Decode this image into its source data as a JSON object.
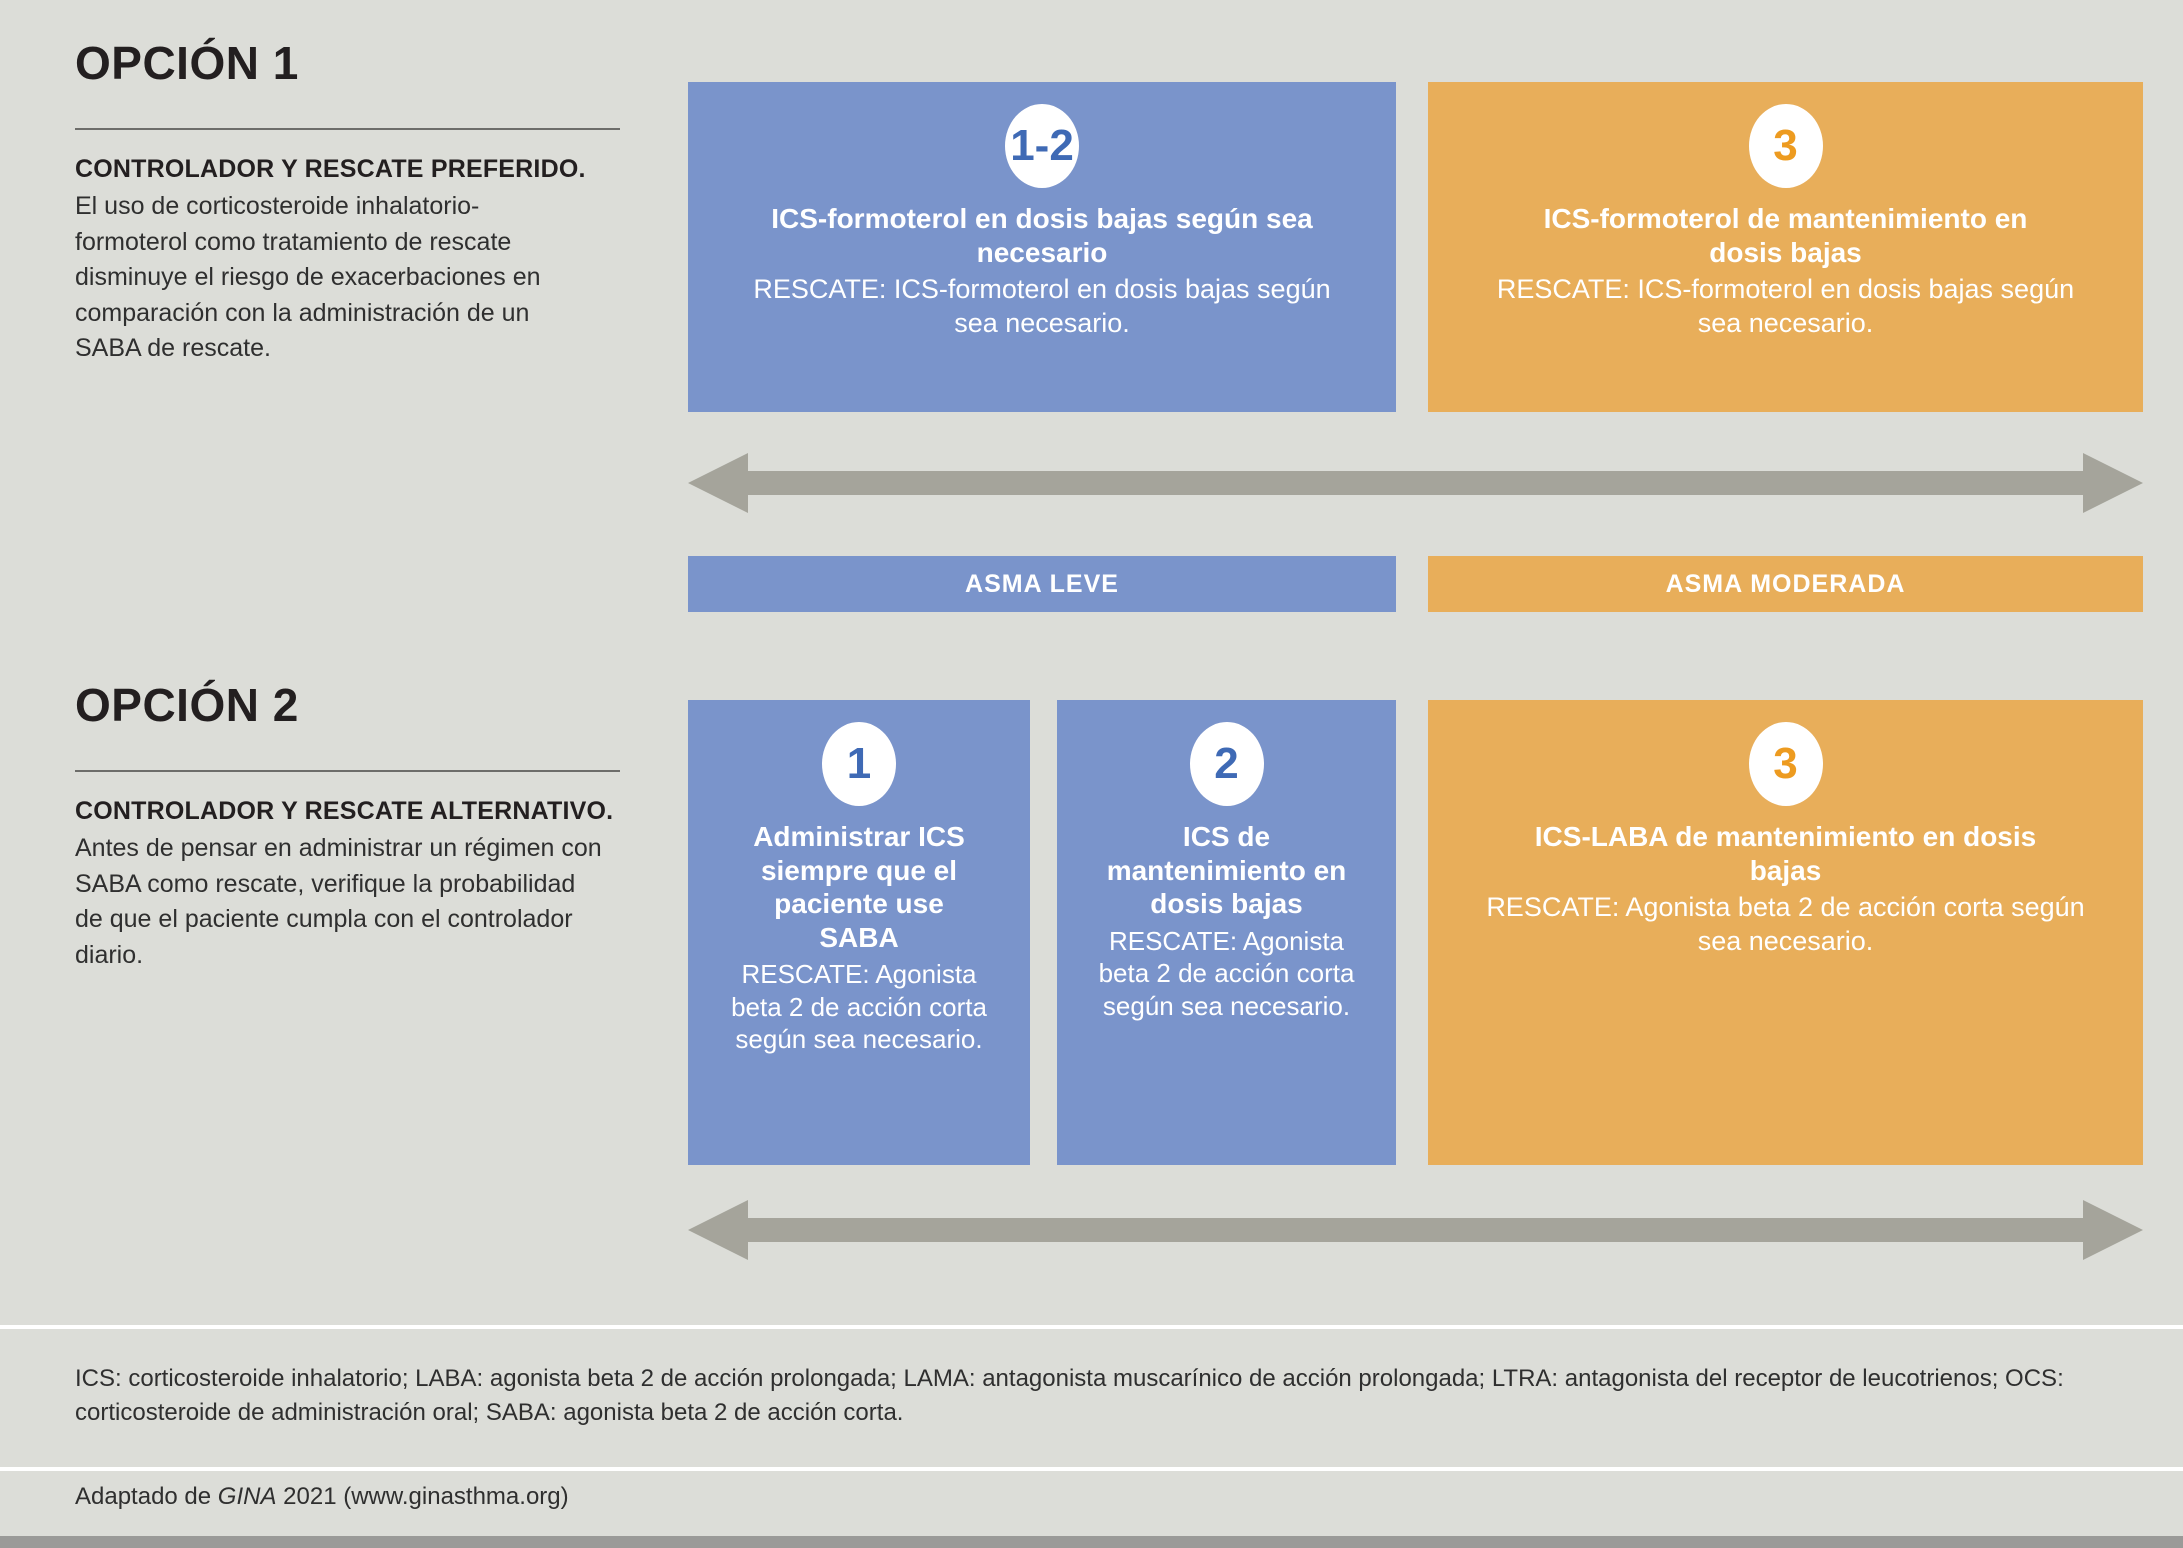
{
  "colors": {
    "background": "#dcddd8",
    "blue": "#7a94cb",
    "orange": "#e8ae5a",
    "arrow_gray": "#a5a49b",
    "badge_blue_text": "#3f6ab5",
    "badge_orange_text": "#ed9b20",
    "bottom_bar": "#9a9a98"
  },
  "option1": {
    "title": "OPCIÓN 1",
    "lead": "CONTROLADOR Y RESCATE PREFERIDO.",
    "body": "El uso de corticosteroide inhalatorio-formoterol como tratamiento de rescate disminuye el riesgo de exacerbaciones en comparación con la administración de un SABA de rescate."
  },
  "option2": {
    "title": "OPCIÓN 2",
    "lead": "CONTROLADOR Y RESCATE ALTERNATIVO.",
    "body": "Antes de pensar en administrar un régimen con SABA como rescate, verifique la probabilidad de que el paciente cumpla con el controlador diario."
  },
  "row1": {
    "mild": {
      "step": "1-2",
      "title": "ICS-formoterol en dosis bajas según sea necesario",
      "rescue": "RESCATE: ICS-formoterol en dosis bajas según sea necesario."
    },
    "moderate": {
      "step": "3",
      "title": "ICS-formoterol de mantenimiento en dosis bajas",
      "rescue": "RESCATE: ICS-formoterol en dosis bajas según sea necesario."
    }
  },
  "bands": {
    "mild": "ASMA LEVE",
    "moderate": "ASMA MODERADA"
  },
  "row2": {
    "mild_1": {
      "step": "1",
      "title": "Administrar ICS siempre que el paciente use SABA",
      "rescue": "RESCATE: Agonista beta 2 de acción corta según sea necesario."
    },
    "mild_2": {
      "step": "2",
      "title": "ICS de mantenimiento en dosis bajas",
      "rescue": "RESCATE: Agonista beta 2 de acción corta según sea necesario."
    },
    "moderate": {
      "step": "3",
      "title": "ICS-LABA de mantenimiento en dosis bajas",
      "rescue": "RESCATE: Agonista beta 2 de acción corta según sea necesario."
    }
  },
  "footer": {
    "abbreviations": "ICS: corticosteroide inhalatorio; LABA: agonista beta 2 de acción prolongada; LAMA: antagonista muscarínico de acción prolongada; LTRA: antagonista del receptor de leucotrienos; OCS: corticosteroide de administración oral; SABA: agonista beta 2 de acción corta.",
    "source_prefix": "Adaptado de ",
    "source_italic": "GINA",
    "source_suffix": " 2021 (www.ginasthma.org)"
  }
}
